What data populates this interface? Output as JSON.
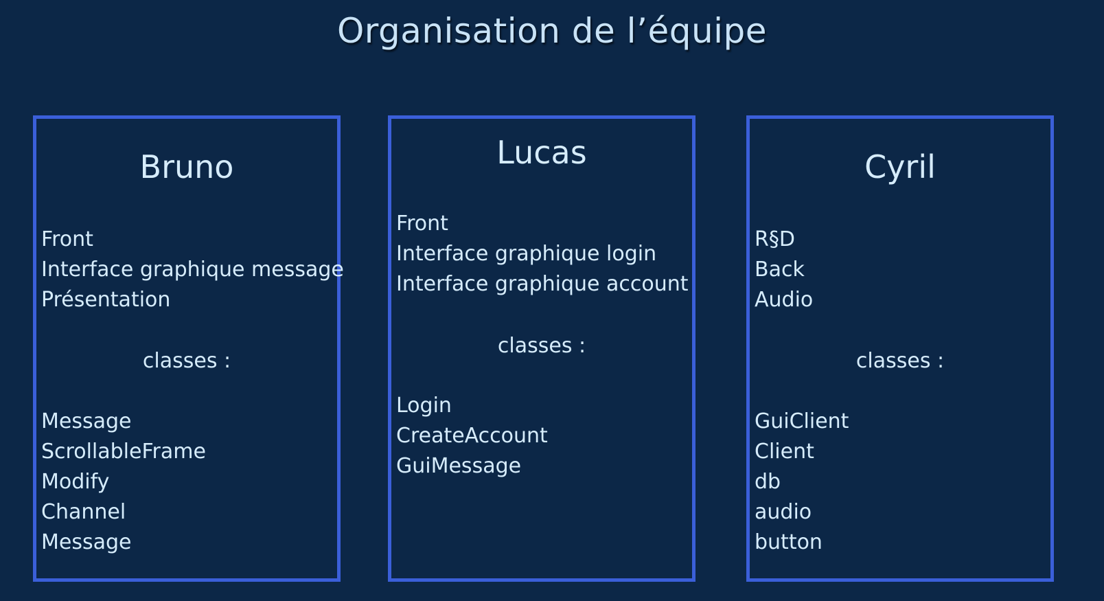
{
  "title": "Organisation de l’équipe",
  "colors": {
    "background": "#0c2747",
    "card_border": "#3b5fd9",
    "text": "#d6ecfb"
  },
  "members": [
    {
      "name": "Bruno",
      "roles": [
        "Front",
        "Interface graphique message",
        "Présentation"
      ],
      "classes_label": "classes :",
      "classes": [
        "Message",
        "ScrollableFrame",
        "Modify",
        "Channel",
        "Message"
      ]
    },
    {
      "name": "Lucas",
      "roles": [
        "Front",
        "Interface graphique login",
        "Interface graphique account"
      ],
      "classes_label": "classes :",
      "classes": [
        "Login",
        "CreateAccount",
        "GuiMessage"
      ]
    },
    {
      "name": "Cyril",
      "roles": [
        "R§D",
        "Back",
        "Audio"
      ],
      "classes_label": "classes :",
      "classes": [
        "GuiClient",
        "Client",
        "db",
        "audio",
        "button"
      ]
    }
  ]
}
